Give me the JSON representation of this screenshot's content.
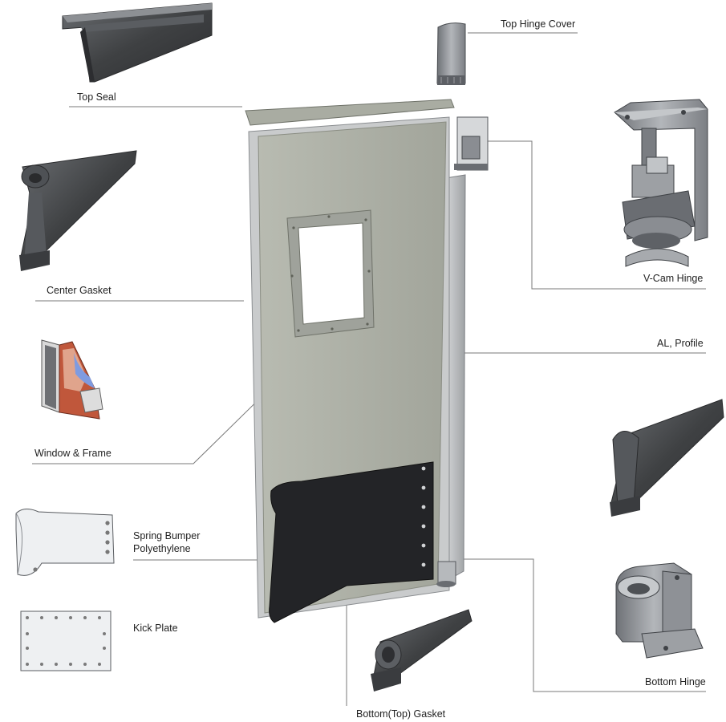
{
  "labels": {
    "top_seal": "Top Seal",
    "top_hinge_cover": "Top Hinge Cover",
    "center_gasket": "Center Gasket",
    "v_cam_hinge": "V-Cam Hinge",
    "al_profile": "AL, Profile",
    "window_frame": "Window & Frame",
    "spring_bumper_line1": "Spring Bumper",
    "spring_bumper_line2": "Polyethylene",
    "kick_plate": "Kick Plate",
    "bottom_hinge": "Bottom Hinge",
    "bottom_gasket": "Bottom(Top) Gasket"
  },
  "colors": {
    "door_panel": "#a9aca2",
    "frame_profile": "#c9cbcc",
    "rubber": "#3f4143",
    "bumper": "#232427",
    "metal": "#8e9196",
    "leader_line": "#7a7a7a"
  }
}
